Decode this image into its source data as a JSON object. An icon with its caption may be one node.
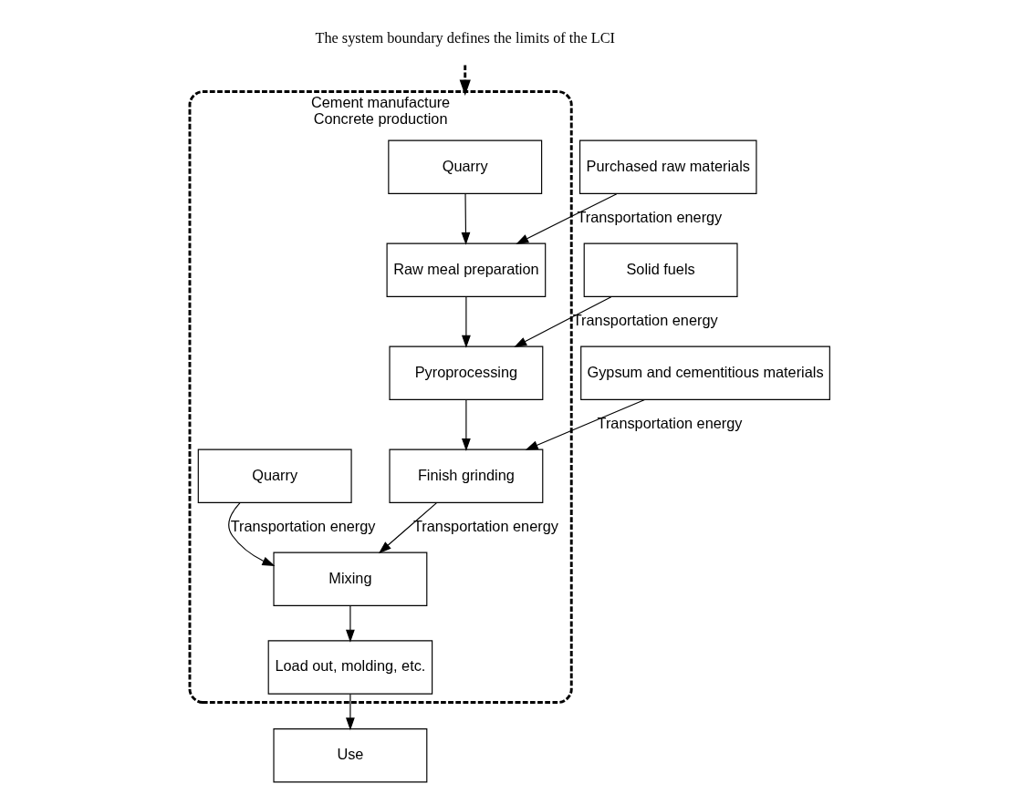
{
  "diagram": {
    "nodes": [
      {
        "text": [
          "The system boundary defines the limits of the LCI"
        ]
      },
      {
        "text": [
          "Cement manufacture",
          "Concrete production"
        ]
      },
      {
        "text": [
          "Quarry"
        ],
        "in": 1
      },
      {
        "text": [
          "Raw meal preparation"
        ],
        "in": 1
      },
      {
        "text": [
          "Pyroprocessing"
        ],
        "in": 1
      },
      {
        "text": [
          "Finish grinding"
        ],
        "in": 1
      },
      {
        "text": [
          "Quarry"
        ],
        "in": 1
      },
      {
        "text": [
          "Mixing"
        ],
        "in": 1
      },
      {
        "text": [
          "Load out, molding, etc."
        ],
        "in": 1
      },
      {
        "text": [
          "Purchased raw materials"
        ]
      },
      {
        "text": [
          "Solid fuels"
        ]
      },
      {
        "text": [
          "Gypsum and cementitious materials"
        ]
      },
      {
        "text": [
          "Use"
        ]
      }
    ],
    "edges": [
      {
        "from": 0,
        "to": 1,
        "arrow": "to",
        "style": "dashed"
      },
      {
        "from": 2,
        "to": 3,
        "arrow": "to"
      },
      {
        "from": 3,
        "to": 4,
        "arrow": "to"
      },
      {
        "from": 4,
        "to": 5,
        "arrow": "to"
      },
      {
        "from": 9,
        "to": 3,
        "arrow": "to",
        "label": "Transportation energy"
      },
      {
        "from": 10,
        "to": 4,
        "arrow": "to",
        "label": "Transportation energy"
      },
      {
        "from": 11,
        "to": 5,
        "arrow": "to",
        "label": "Transportation energy"
      },
      {
        "from": 5,
        "to": 7,
        "arrow": "to",
        "label": "Transportation energy"
      },
      {
        "from": 6,
        "to": 7,
        "arrow": "to",
        "label": "Transportation energy"
      },
      {
        "from": 7,
        "to": 8,
        "arrow": "to"
      },
      {
        "from": 8,
        "to": 12,
        "arrow": "to"
      }
    ]
  }
}
